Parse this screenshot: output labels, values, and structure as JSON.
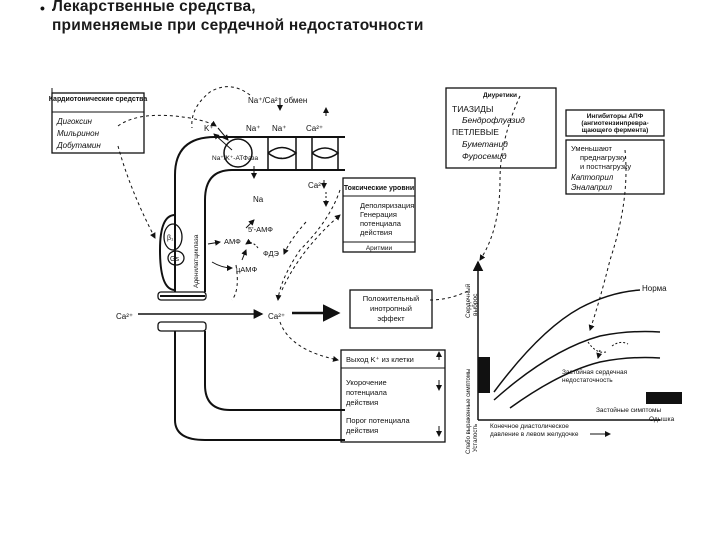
{
  "slide": {
    "bullet": "•",
    "title_line1": "Лекарственные средства,",
    "title_line2": "применяемые при сердечной недостаточности"
  },
  "diagram": {
    "cardiotonic": {
      "header": "Кардиотонические средства",
      "drugs": [
        "Дигоксин",
        "Мильринон",
        "Добутамин"
      ]
    },
    "exchange_label": "Na⁺/Ca²⁺ обмен",
    "ions": {
      "k_plus": "K⁺",
      "na_plus": "Na⁺",
      "ca_plus": "Ca²⁺",
      "pump": "Na⁺/K⁺-АТФаза",
      "na": "Na",
      "ca2_left": "Ca²⁺",
      "ca2_right": "Ca²⁺"
    },
    "receptor": {
      "beta": "β₁",
      "gs": "Gs",
      "ac": "Аденилатциклаза"
    },
    "messengers": {
      "amp5": "5'-АМФ",
      "amf": "АМФ",
      "pde": "ФДЭ",
      "camp": "цАМФ"
    },
    "toxic_box": {
      "header": "Токсические уровни",
      "lines": [
        "Деполяризация",
        "Генерация",
        "потенциала",
        "действия"
      ],
      "footer": "Аритмии"
    },
    "inotropic_box": [
      "Положительный",
      "инотропный",
      "эффект"
    ],
    "efflux_box": {
      "line1": "Выход K⁺ из клетки",
      "group2": [
        "Укорочение",
        "потенциала",
        "действия"
      ],
      "group3": [
        "Порог потенциала",
        "действия"
      ]
    },
    "diuretics": {
      "header": "Диуретики",
      "lines": [
        "ТИАЗИДЫ",
        "Бендрофлуазид",
        "ПЕТЛЕВЫЕ",
        "Буметанид",
        "Фуросемид"
      ]
    },
    "ace": {
      "header": "Ингибиторы АПФ (ангиотензинпревра-щающего фермента)",
      "header_lines": [
        "Ингибиторы АПФ",
        "(ангиотензинпревра-",
        "щающего фермента)"
      ],
      "effect_lines": [
        "Уменьшают",
        "преднагрузку",
        "и постнагрузку"
      ],
      "drugs": [
        "Каптоприл",
        "Эналаприл"
      ]
    },
    "graph": {
      "y_axis_top": [
        "Сердечный",
        "выброс"
      ],
      "y_axis_bottom": [
        "Слабо выраженные симптомы",
        "Усталость"
      ],
      "curve_norm": "Норма",
      "curve_failure": [
        "Застойная сердечная",
        "недостаточность"
      ],
      "symptoms_right": [
        "Застойные симптомы",
        "Одышка"
      ],
      "x_axis": [
        "Конечное диастолическое",
        "давление в левом желудочке"
      ]
    }
  }
}
